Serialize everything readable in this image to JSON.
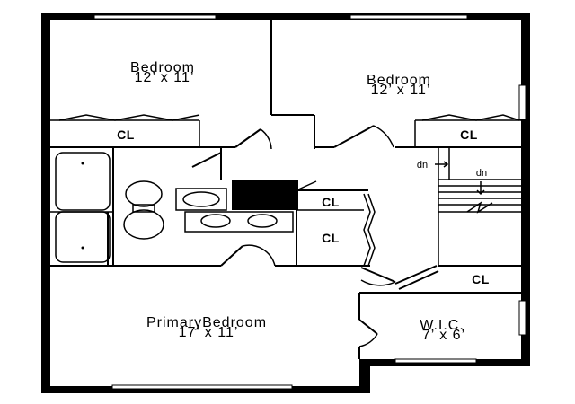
{
  "rooms": {
    "bedroom_left": {
      "name": "Bedroom",
      "size": "12’ x 11’"
    },
    "bedroom_right": {
      "name": "Bedroom",
      "size": "12’ x 11’"
    },
    "primary_bedroom": {
      "name": "PrimaryBedroom",
      "size": "17’ x 11’"
    },
    "wic": {
      "name": "W.I.C.",
      "size": "7’ x 6’"
    }
  },
  "closets": {
    "cl_left": "CL",
    "cl_right": "CL",
    "cl_hall_upper": "CL",
    "cl_hall_lower": "CL",
    "cl_stair": "CL"
  },
  "stairs": {
    "dn_upper": "dn",
    "dn_lower": "dn"
  }
}
